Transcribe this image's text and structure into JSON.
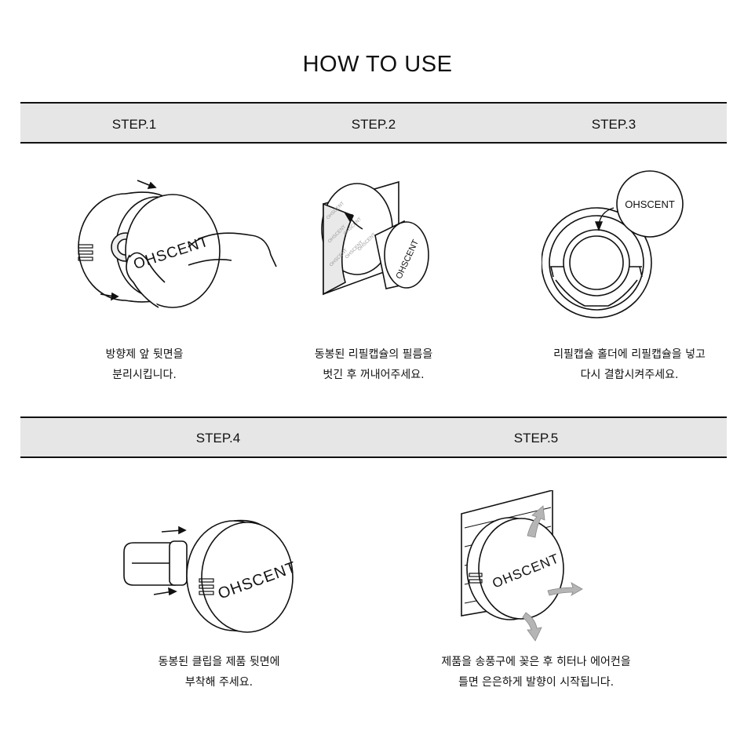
{
  "page": {
    "title": "HOW TO USE"
  },
  "steps": [
    {
      "label": "STEP.1",
      "caption_line1": "방향제 앞 뒷면을",
      "caption_line2": "분리시킵니다."
    },
    {
      "label": "STEP.2",
      "caption_line1": "동봉된 리필캡슐의 필름을",
      "caption_line2": "벗긴 후 꺼내어주세요."
    },
    {
      "label": "STEP.3",
      "caption_line1": "리필캡슐 홀더에 리필캡슐을 넣고",
      "caption_line2": "다시 결합시켜주세요."
    },
    {
      "label": "STEP.4",
      "caption_line1": "동봉된 클립을 제품 뒷면에",
      "caption_line2": "부착해 주세요."
    },
    {
      "label": "STEP.5",
      "caption_line1": "제품을 송풍구에 꽂은 후 히터나 에어컨을",
      "caption_line2": "틀면 은은하게 발향이 시작됩니다."
    }
  ],
  "brand": {
    "logo_text": "OHSCENT",
    "film_pattern_text": "OHSCENT"
  },
  "colors": {
    "band": "#e6e6e6",
    "line": "#111111",
    "arrow_air": "#b5b5b5"
  }
}
